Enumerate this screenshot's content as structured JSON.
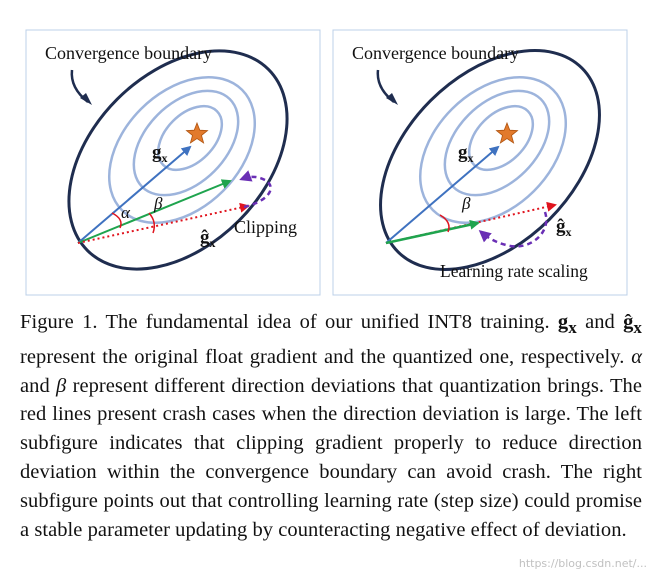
{
  "figure": {
    "left_panel": {
      "title": "Convergence boundary",
      "gx_label": "g",
      "gx_sub": "x",
      "ghat_label": "ĝ",
      "ghat_sub": "x",
      "alpha": "α",
      "beta": "β",
      "action_label": "Clipping"
    },
    "right_panel": {
      "title": "Convergence boundary",
      "gx_label": "g",
      "gx_sub": "x",
      "ghat_label": "ĝ",
      "ghat_sub": "x",
      "beta": "β",
      "action_label": "Learning rate scaling"
    },
    "colors": {
      "boundary": "#1f2d4f",
      "contour": "#9db4dc",
      "gradient": "#3f72c0",
      "clipped": "#1fa44e",
      "quantized": "#e0141e",
      "annotation": "#6a2fb5",
      "star": "#e27a2c"
    }
  },
  "caption": {
    "p1": "Figure 1. The fundamental idea of our unified INT8 training. ",
    "gx": "g",
    "gx_sub": "x",
    "p2": " and ",
    "ghat": "ĝ",
    "ghat_sub": "x",
    "p3": " represent the original float gradient and the quantized one, respectively. ",
    "alpha": "α",
    "p4": " and ",
    "beta": "β",
    "p5": " represent different direction deviations that quantization brings. The red lines present crash cases when the direction deviation is large. The left subfigure indicates that clipping gradient properly to reduce direction deviation within the convergence boundary can avoid crash. The right subfigure points out that controlling learning rate (step size) could promise a stable parameter updating by counteracting negative effect of deviation."
  },
  "watermark": "https://blog.csdn.net/..."
}
